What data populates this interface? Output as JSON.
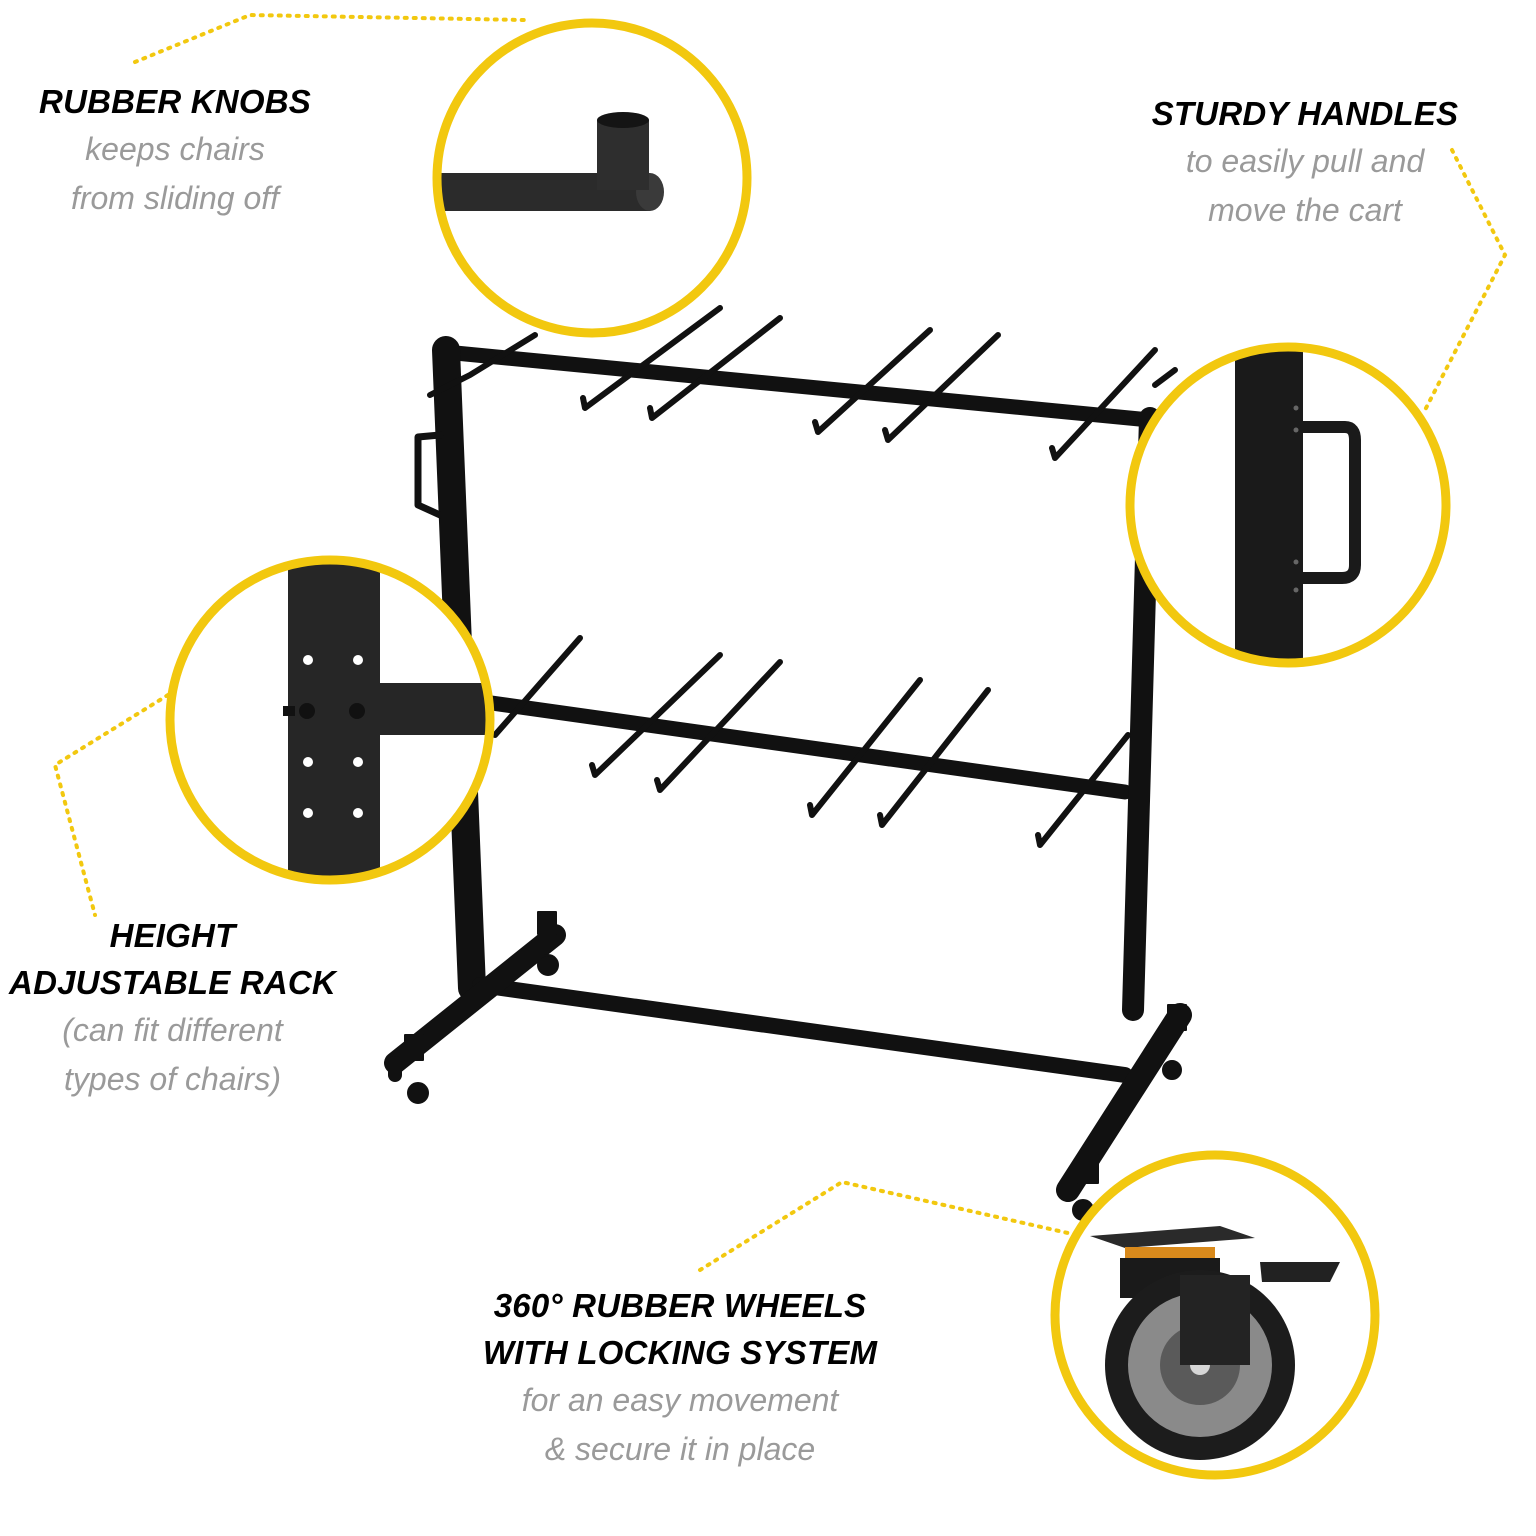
{
  "colors": {
    "accent": "#f2c80f",
    "frame": "#111111",
    "heading": "#000000",
    "description": "#9a9a9a"
  },
  "callouts": {
    "rubber_knobs": {
      "title": "RUBBER KNOBS",
      "line1": "keeps chairs",
      "line2": "from sliding off"
    },
    "sturdy_handles": {
      "title": "STURDY HANDLES",
      "line1": "to easily pull and",
      "line2": "move the cart"
    },
    "height_rack": {
      "title1": "HEIGHT",
      "title2": "ADJUSTABLE RACK",
      "line1": "(can fit different",
      "line2": "types of chairs)"
    },
    "wheels": {
      "title1": "360° RUBBER WHEELS",
      "title2": "WITH LOCKING SYSTEM",
      "line1": "for an easy movement",
      "line2": "& secure it in place"
    }
  },
  "icons": {
    "knob_detail": "knob-detail-icon",
    "handle_detail": "handle-detail-icon",
    "rack_detail": "rack-bracket-detail-icon",
    "wheel_detail": "caster-wheel-detail-icon",
    "cart": "chair-cart-icon"
  }
}
